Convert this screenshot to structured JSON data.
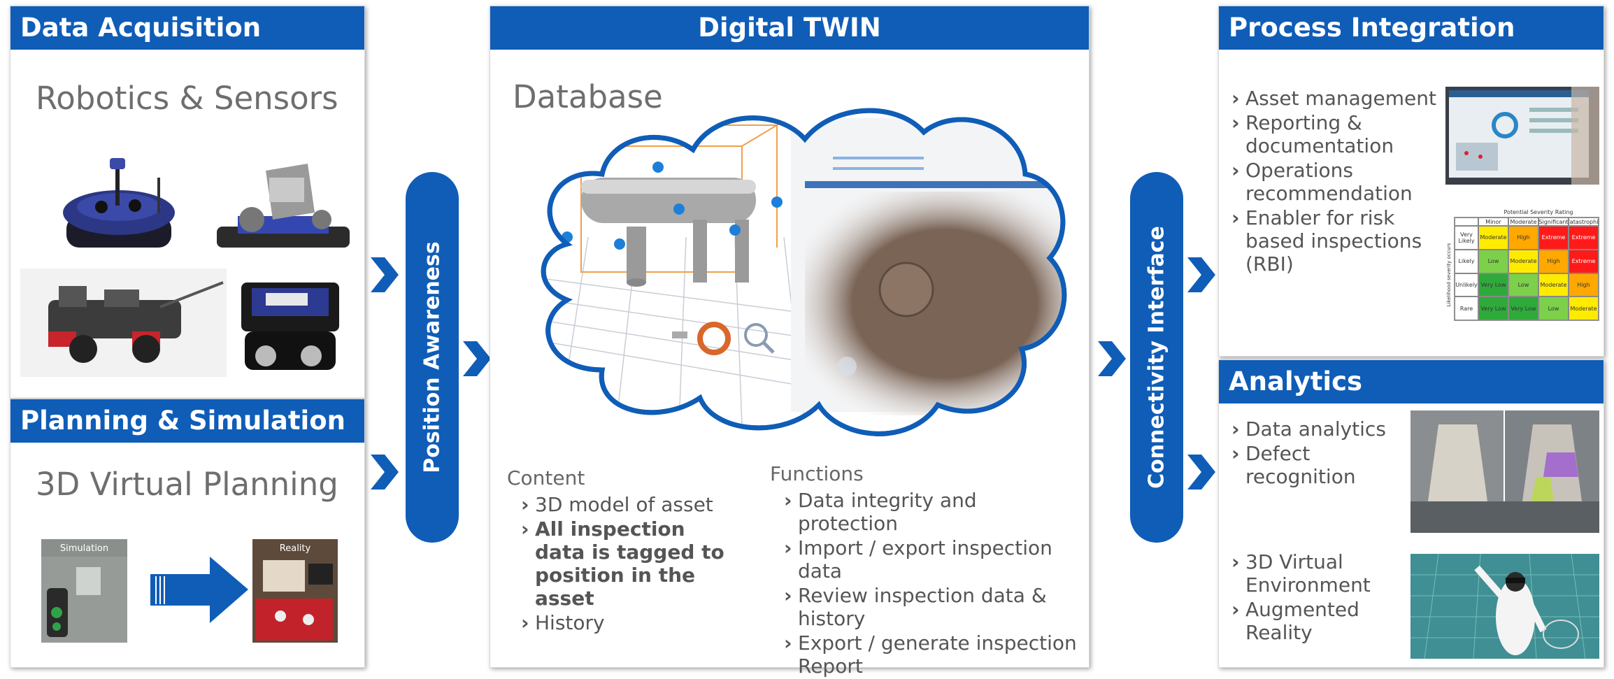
{
  "left": {
    "header1": "Data Acquisition",
    "robotics_title": "Robotics & Sensors",
    "header2": "Planning & Simulation",
    "planning_title": "3D Virtual Planning",
    "sim_label": "Simulation",
    "reality_label": "Reality"
  },
  "pill_left": "Position Awareness",
  "center": {
    "header": "Digital TWIN",
    "database_title": "Database",
    "content_title": "Content",
    "content_items": [
      "3D model of asset",
      "All inspection data is tagged to position in the asset",
      "History"
    ],
    "functions_title": "Functions",
    "function_items": [
      "Data integrity and protection",
      "Import / export inspection data",
      "Review inspection data & history",
      "Export / generate inspection Report"
    ]
  },
  "pill_right": "Connectivity Interface",
  "right": {
    "process_header": "Process Integration",
    "process_items": [
      "Asset management",
      "Reporting & documentation",
      "Operations recommendation",
      "Enabler for risk based inspections (RBI)"
    ],
    "matrix": {
      "title": "Potential Severity Rating",
      "columns": [
        "Minor",
        "Moderate",
        "Significant",
        "Catastrophic"
      ],
      "side_label": "Likelihood severity occurs",
      "rows": [
        {
          "label": "Very Likely",
          "cells": [
            "Moderate",
            "High",
            "Extreme",
            "Extreme"
          ]
        },
        {
          "label": "Likely",
          "cells": [
            "Low",
            "Moderate",
            "High",
            "Extreme"
          ]
        },
        {
          "label": "Unlikely",
          "cells": [
            "Very Low",
            "Low",
            "Moderate",
            "High"
          ]
        },
        {
          "label": "Rare",
          "cells": [
            "Very Low",
            "Very Low",
            "Low",
            "Moderate"
          ]
        }
      ]
    },
    "analytics_header": "Analytics",
    "analytics_items": [
      "Data analytics",
      "Defect recognition"
    ],
    "env_items": [
      "3D Virtual Environment",
      "Augmented Reality"
    ]
  },
  "colors": {
    "brand_blue": "#0f5db7",
    "very_low": "#2eaa3a",
    "low": "#7cd04a",
    "moderate": "#ffeb00",
    "high": "#ffa800",
    "extreme": "#ff1a1a"
  }
}
